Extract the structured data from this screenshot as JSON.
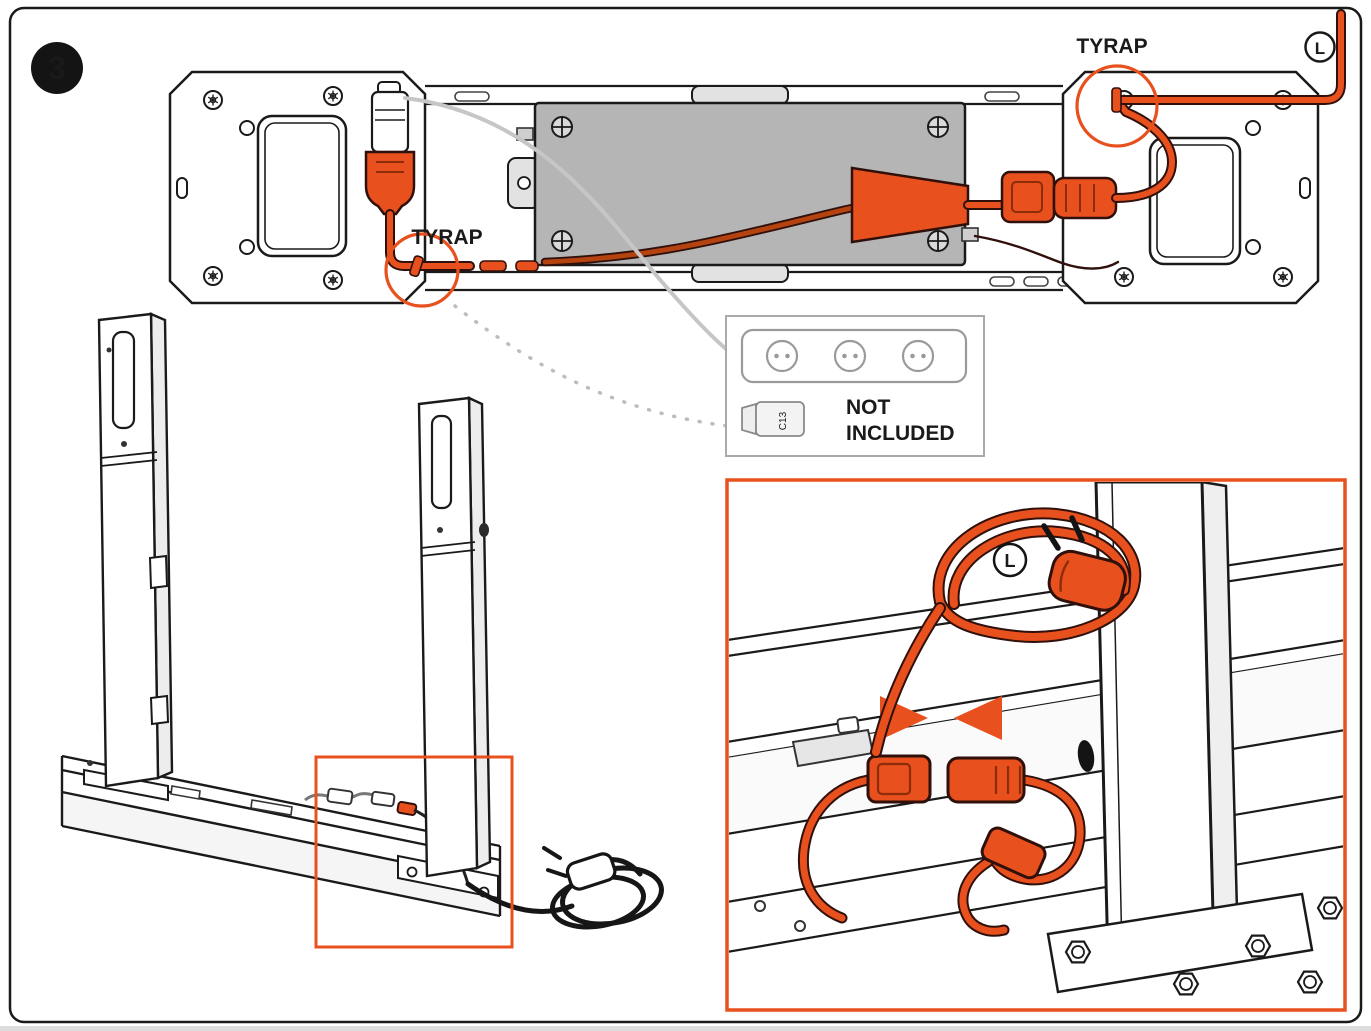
{
  "step": {
    "number": "3"
  },
  "diagram": {
    "tyrap_label_top": "TYRAP",
    "tyrap_label_bottom": "TYRAP",
    "cable_l_marker_top": "L",
    "cable_l_marker_inset": "L",
    "not_included": {
      "line1": "NOT",
      "line2": "INCLUDED",
      "connector_label": "C13"
    }
  },
  "colors": {
    "accent_orange": "#E8511E",
    "cable_dark_red": "#B5430F",
    "outline_black": "#1A1A1A",
    "control_box_gray": "#B5B5B5",
    "guide_gray": "#C6C6C6"
  }
}
